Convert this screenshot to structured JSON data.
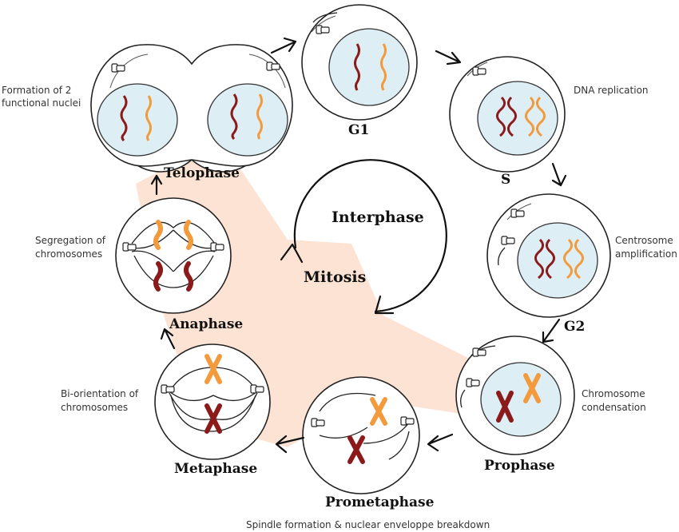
{
  "colors": {
    "mitosis_zone": "#fce3d3",
    "nucleus_fill": "#ddeef5",
    "dark_chromosome": "#8b1a1a",
    "light_chromosome": "#f39a3d",
    "outline": "#222222"
  },
  "cycle": {
    "interphase_label": "Interphase",
    "mitosis_label": "Mitosis"
  },
  "phases": {
    "g1": "G1",
    "s": "S",
    "g2": "G2",
    "prophase": "Prophase",
    "prometaphase": "Prometaphase",
    "metaphase": "Metaphase",
    "anaphase": "Anaphase",
    "telophase": "Telophase"
  },
  "captions": {
    "telophase": [
      "Formation of 2",
      "functional nuclei"
    ],
    "s": "DNA replication",
    "g2": [
      "Centrosome",
      "amplification"
    ],
    "anaphase": [
      "Segregation of",
      "chromosomes"
    ],
    "prophase": [
      "Chromosome",
      "condensation"
    ],
    "metaphase": [
      "Bi-orientation of",
      "chromosomes"
    ],
    "prometaphase": "Spindle formation & nuclear enveloppe breakdown"
  },
  "icons": {
    "centrosome": "centrosome-icon",
    "chromosome": "chromosome-icon"
  }
}
